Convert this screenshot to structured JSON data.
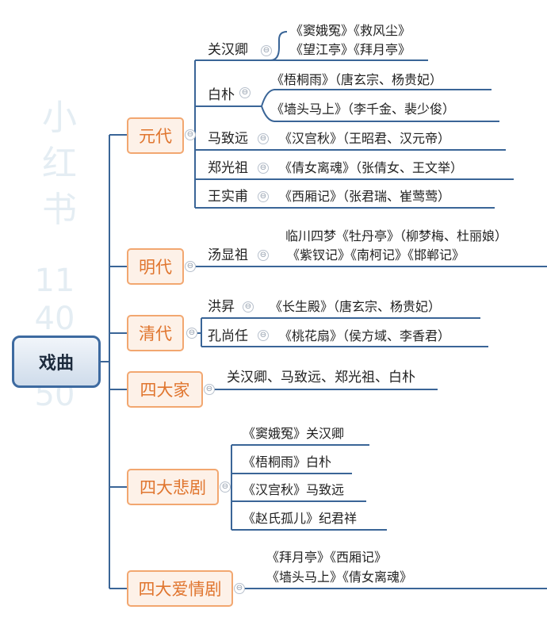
{
  "watermark": {
    "text": "小红书",
    "number": "11400250"
  },
  "root": {
    "label": "戏曲"
  },
  "branches": {
    "yuan": "元代",
    "ming": "明代",
    "qing": "清代",
    "sidajia": "四大家",
    "beiju": "四大悲剧",
    "aiqing": "四大爱情剧"
  },
  "yuan": {
    "guan": {
      "name": "关汉卿",
      "line1": "《窦娥冤》《救风尘》",
      "line2": "《望江亭》《拜月亭》"
    },
    "bai": {
      "name": "白朴",
      "work1": "《梧桐雨》（唐玄宗、杨贵妃）",
      "work2": "《墙头马上》（李千金、裴少俊）"
    },
    "ma": {
      "name": "马致远",
      "work": "《汉宫秋》（王昭君、汉元帝）"
    },
    "zheng": {
      "name": "郑光祖",
      "work": "《倩女离魂》（张倩女、王文举）"
    },
    "wang": {
      "name": "王实甫",
      "work": "《西厢记》（张君瑞、崔莺莺）"
    }
  },
  "ming": {
    "tang": {
      "name": "汤显祖",
      "line1": "临川四梦《牡丹亭》（柳梦梅、杜丽娘）",
      "line2": "《紫钗记》《南柯记》《邯郸记》"
    }
  },
  "qing": {
    "hong": {
      "name": "洪昇",
      "work": "《长生殿》（唐玄宗、杨贵妃）"
    },
    "kong": {
      "name": "孔尚任",
      "work": "《桃花扇》（侯方域、李香君）"
    }
  },
  "sidajia": {
    "text": "关汉卿、马致远、郑光祖、白朴"
  },
  "beiju": {
    "items": [
      "《窦娥冤》关汉卿",
      "《梧桐雨》白朴",
      "《汉宫秋》马致远",
      "《赵氏孤儿》纪君祥"
    ]
  },
  "aiqing": {
    "line1": "《拜月亭》《西厢记》",
    "line2": "《墙头马上》《倩女离魂》"
  },
  "collapse_symbol": "⊖",
  "colors": {
    "line": "#3a6597",
    "root_border": "#3d6aa0",
    "branch_border": "#f2a770",
    "branch_text": "#e0752e"
  }
}
